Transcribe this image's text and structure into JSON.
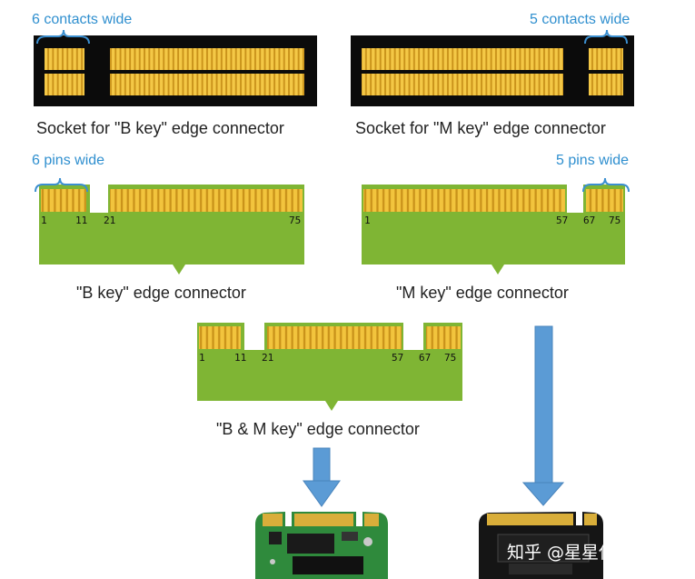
{
  "socket_b": {
    "caption": "Socket for \"B key\" edge connector",
    "width_label": "6 contacts wide"
  },
  "socket_m": {
    "caption": "Socket for \"M key\" edge connector",
    "width_label": "5 contacts wide"
  },
  "card_b": {
    "caption": "\"B key\" edge connector",
    "width_label": "6 pins wide",
    "pins": {
      "p1": "1",
      "p11": "11",
      "p21": "21",
      "p75": "75"
    }
  },
  "card_m": {
    "caption": "\"M key\" edge connector",
    "width_label": "5 pins wide",
    "pins": {
      "p1": "1",
      "p57": "57",
      "p67": "67",
      "p75": "75"
    }
  },
  "card_bm": {
    "caption": "\"B & M key\" edge connector",
    "pins": {
      "p1": "1",
      "p11": "11",
      "p21": "21",
      "p57": "57",
      "p67": "67",
      "p75": "75"
    }
  },
  "watermark": "知乎 @星星伴地球",
  "colors": {
    "pcb_green": "#7fb534",
    "gold": "#f2c43d",
    "gold_edge": "#c9921a",
    "socket_black": "#0b0b0b",
    "arrow_blue": "#5b9bd5",
    "bracket_blue": "#3b8fd0"
  }
}
